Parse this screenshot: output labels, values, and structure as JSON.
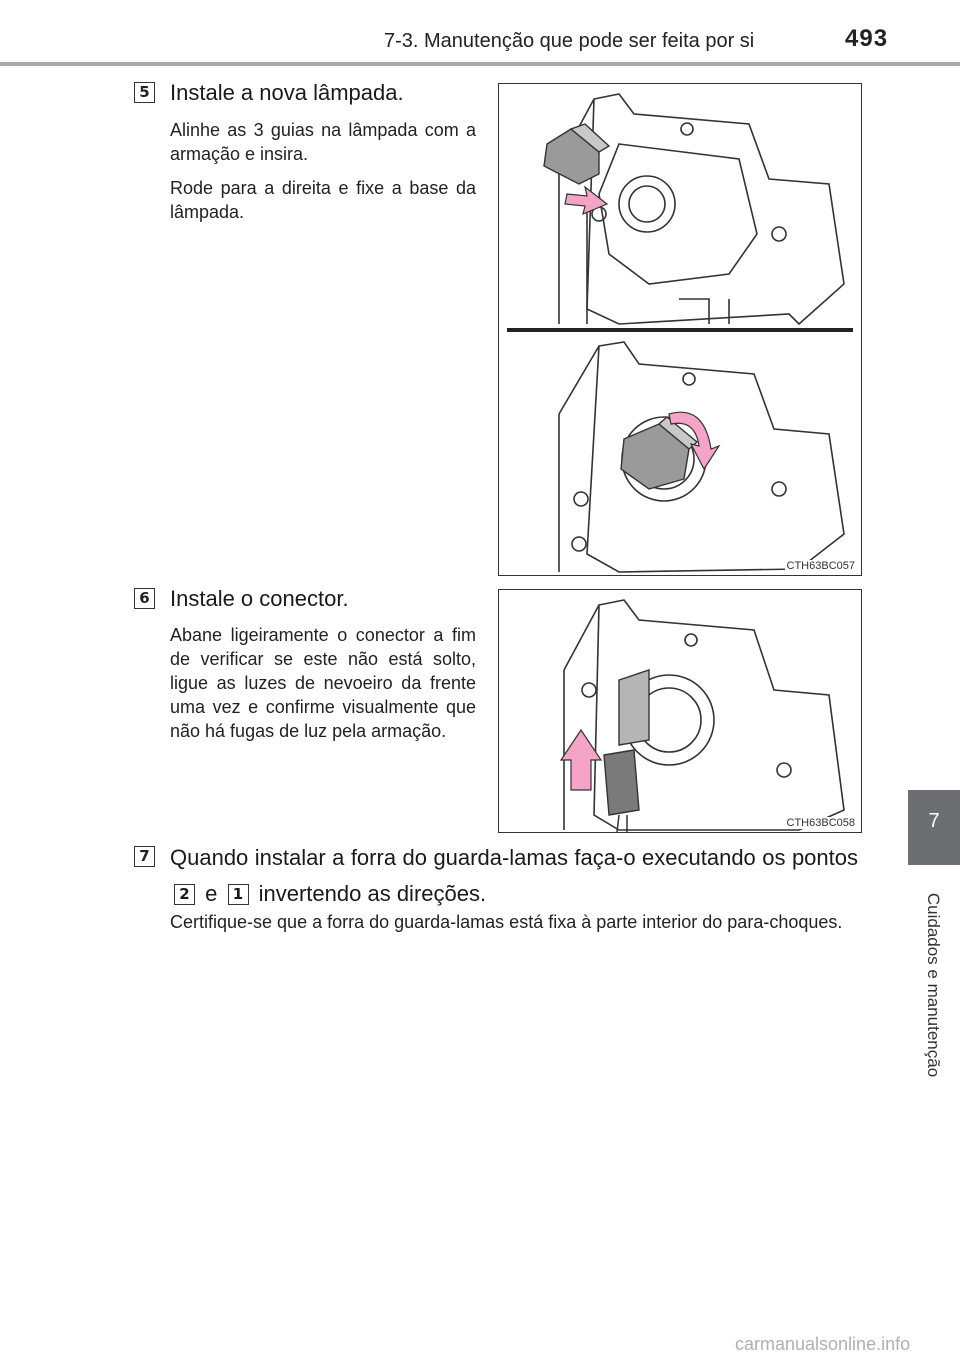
{
  "header": {
    "title": "7-3. Manutenção que pode ser feita por si",
    "page_number": "493"
  },
  "side_tab": {
    "number": "7",
    "label": "Cuidados e manutenção"
  },
  "steps": [
    {
      "number": "5",
      "title": "Instale a nova lâmpada.",
      "paragraphs": [
        "Alinhe as 3 guias na lâmpada com a armação e insira.",
        "Rode para a direita e fixe a base da lâmpada."
      ],
      "figure_code": "CTH63BC057"
    },
    {
      "number": "6",
      "title": "Instale o conector.",
      "paragraphs": [
        "Abane ligeiramente o conector a fim de verificar se este não está solto, ligue as luzes de nevoeiro da frente uma vez e confirme visualmente que não há fugas de luz pela armação."
      ],
      "figure_code": "CTH63BC058"
    },
    {
      "number": "7",
      "text_before": "Quando instalar a forra do guarda-lamas faça-o executando os pontos",
      "ref_a": "2",
      "text_middle": "e",
      "ref_b": "1",
      "text_after": "invertendo as direções.",
      "note": "Certifique-se que a forra do guarda-lamas está fixa à parte interior do para-choques."
    }
  ],
  "watermark": "carmanualsonline.info",
  "colors": {
    "arrow_pink": "#f5a3c7",
    "header_rule": "#a7a9ac",
    "side_tab": "#6d6e71"
  }
}
